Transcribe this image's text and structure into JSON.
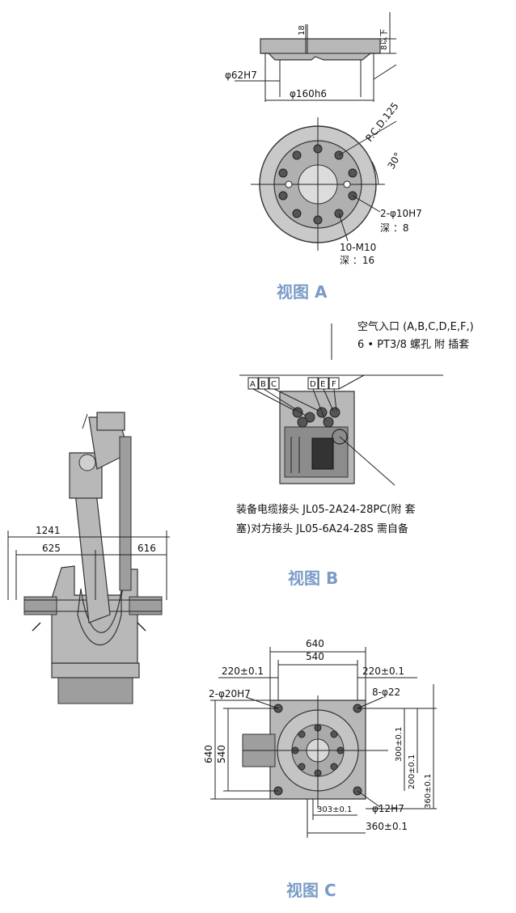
{
  "view_a": {
    "title": "视图 A",
    "dims": {
      "d18": "18",
      "d8": "8以下",
      "phi62": "φ62H7",
      "phi160": "φ160h6",
      "pcd": "P.C.D.125",
      "angle": "30°",
      "pin_holes": "2-φ10H7",
      "pin_depth": "深 ：8",
      "tapped": "10-M10",
      "tapped_depth": "深 ：16"
    }
  },
  "view_b": {
    "title": "视图 B",
    "port_letters": [
      "A",
      "B",
      "C",
      "D",
      "E",
      "F"
    ],
    "air_note_line1": "空气入口 (A,B,C,D,E,F,)",
    "air_note_line2": "6 • PT3/8 螺孔 附 插套",
    "cable_note_line1": "装备电缆接头 JL05-2A24-28PC(附 套",
    "cable_note_line2": "塞)对方接头 JL05-6A24-28S 需自备"
  },
  "side_view": {
    "dims": {
      "total": "1241",
      "left": "625",
      "right": "616"
    }
  },
  "view_c": {
    "title": "视图 C",
    "dims": {
      "w640": "640",
      "w540": "540",
      "tol_left": "220±0.1",
      "tol_right": "220±0.1",
      "pin_holes": "2-φ20H7",
      "holes8": "8-φ22",
      "h640": "640",
      "h540": "540",
      "v300": "300±0.1",
      "v200": "200±0.1",
      "v360": "360±0.1",
      "b303": "303±0.1",
      "phi12": "φ12H7",
      "b360": "360±0.1"
    }
  }
}
